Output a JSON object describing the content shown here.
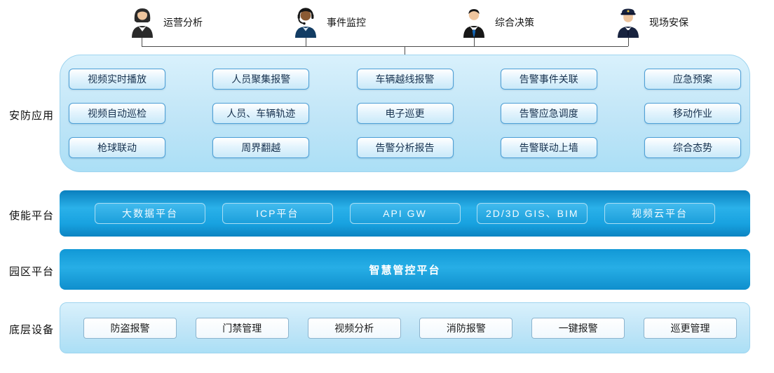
{
  "personas": [
    {
      "label": "运营分析",
      "icon": "businesswoman-icon"
    },
    {
      "label": "事件监控",
      "icon": "headset-operator-icon"
    },
    {
      "label": "综合决策",
      "icon": "businessman-icon"
    },
    {
      "label": "现场安保",
      "icon": "police-officer-icon"
    }
  ],
  "row_labels": {
    "security_apps": "安防应用",
    "enable_platform": "使能平台",
    "park_platform": "园区平台",
    "devices": "底层设备"
  },
  "security_apps": {
    "rows": [
      [
        "视频实时播放",
        "人员聚集报警",
        "车辆越线报警",
        "告警事件关联",
        "应急预案"
      ],
      [
        "视频自动巡检",
        "人员、车辆轨迹",
        "电子巡更",
        "告警应急调度",
        "移动作业"
      ],
      [
        "枪球联动",
        "周界翻越",
        "告警分析报告",
        "告警联动上墙",
        "综合态势"
      ]
    ]
  },
  "enable_platform": {
    "items": [
      "大数据平台",
      "ICP平台",
      "API GW",
      "2D/3D GIS、BIM",
      "视频云平台"
    ]
  },
  "park_platform": {
    "title": "智慧管控平台"
  },
  "devices": {
    "items": [
      "防盗报警",
      "门禁管理",
      "视频分析",
      "消防报警",
      "一键报警",
      "巡更管理"
    ]
  },
  "colors": {
    "light_band": "#c0e5f7",
    "blue_band": "#18a2e0",
    "light_button_border": "#4d9fd6",
    "blue_button_border": "#a9ddf4",
    "text_dark": "#17324f",
    "text_light": "#ffffff",
    "connector": "#4d4d4d"
  }
}
